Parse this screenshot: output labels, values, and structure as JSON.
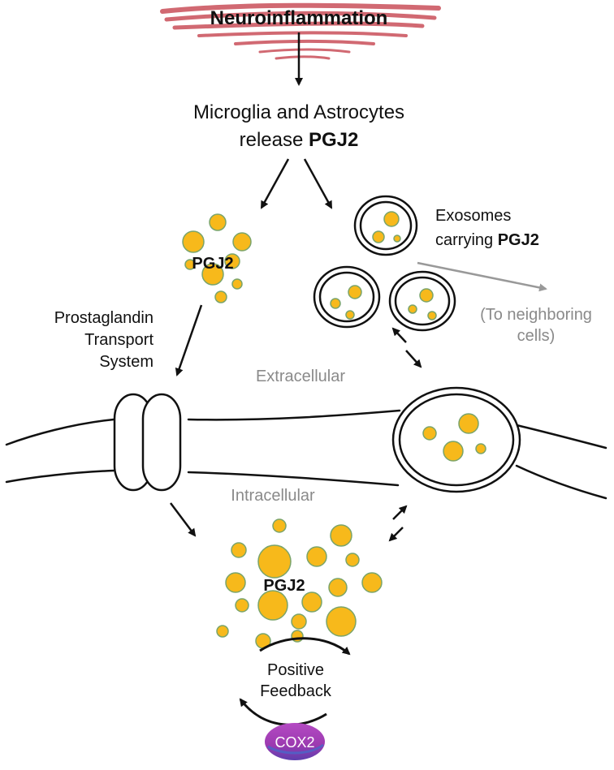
{
  "title": "Neuroinflammation",
  "release": {
    "line1": "Microglia and Astrocytes",
    "line2_prefix": "release ",
    "line2_bold": "PGJ2"
  },
  "free_pgj2_label": "PGJ2",
  "exosomes": {
    "line1": "Exosomes",
    "line2_prefix": "carrying ",
    "line2_bold": "PGJ2"
  },
  "neighbor": {
    "line1": "(To neighboring",
    "line2": "cells)"
  },
  "transport": {
    "line1": "Prostaglandin",
    "line2": "Transport",
    "line3": "System"
  },
  "extracellular_label": "Extracellular",
  "intracellular_label": "Intracellular",
  "intra_pgj2_label": "PGJ2",
  "feedback": {
    "line1": "Positive",
    "line2": "Feedback"
  },
  "cox2_label": "COX2",
  "colors": {
    "droplet_fill": "#f7b91b",
    "droplet_stroke": "#7aa46a",
    "brush": "#c9505a",
    "cox2": "#a23fb5",
    "cox2_shade": "#5b3fae",
    "grey_arrow": "#999999"
  }
}
